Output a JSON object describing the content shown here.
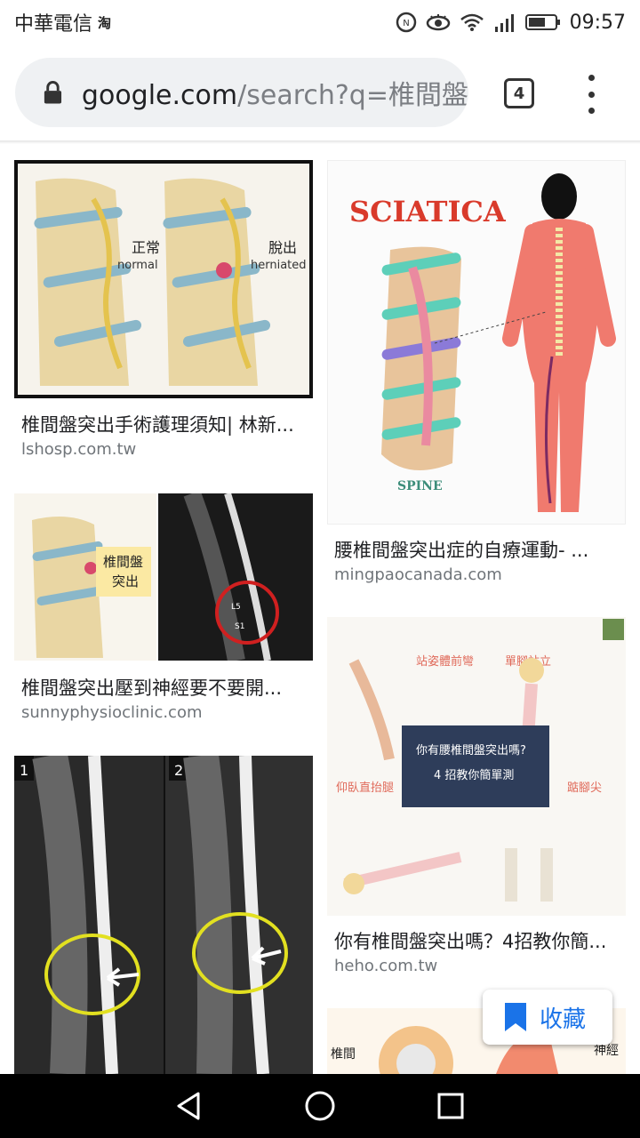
{
  "status_bar": {
    "carrier": "中華電信",
    "extra_icon": "淘",
    "time": "09:57",
    "icons": [
      "nfc-icon",
      "eye-icon",
      "wifi-icon",
      "signal-icon",
      "battery-icon"
    ]
  },
  "browser": {
    "url_domain": "google.com",
    "url_path": "/search?q=椎間盤",
    "tab_count": "4"
  },
  "results": [
    {
      "title": "椎間盤突出手術護理須知| 林新...",
      "source": "lshosp.com.tw",
      "labels": [
        "正常",
        "normal",
        "脫出",
        "herniated"
      ]
    },
    {
      "title": "腰椎間盤突出症的自療運動- ...",
      "source": "mingpaocanada.com",
      "labels": [
        "SCIATICA",
        "SPINE"
      ]
    },
    {
      "title": "椎間盤突出壓到神經要不要開...",
      "source": "sunnyphysioclinic.com",
      "labels": [
        "椎間盤",
        "突出",
        "L5",
        "S1"
      ]
    },
    {
      "title": "你有椎間盤突出嗎？4招教你簡...",
      "source": "heho.com.tw",
      "labels": [
        "你有腰椎間盤突出嗎?",
        "4 招教你簡單測",
        "站姿體前彎",
        "單腳站立",
        "仰臥直抬腿",
        "踮腳尖"
      ]
    },
    {
      "labels": [
        "1",
        "2"
      ]
    },
    {
      "labels": [
        "椎間",
        "神經"
      ]
    }
  ],
  "bookmark": {
    "label": "收藏"
  },
  "colors": {
    "accent": "#1a73e8",
    "sciatica_red": "#d93a2b"
  }
}
